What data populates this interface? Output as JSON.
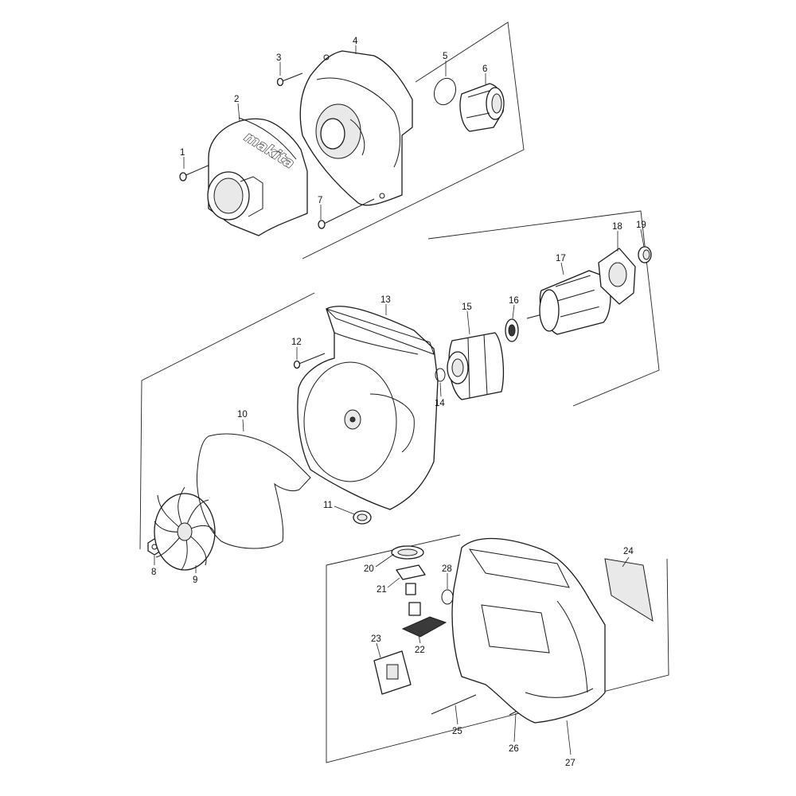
{
  "brand_mark": "makita",
  "callouts": [
    {
      "id": "1",
      "label": "1"
    },
    {
      "id": "2",
      "label": "2"
    },
    {
      "id": "3",
      "label": "3"
    },
    {
      "id": "4",
      "label": "4"
    },
    {
      "id": "5",
      "label": "5"
    },
    {
      "id": "6",
      "label": "6"
    },
    {
      "id": "7",
      "label": "7"
    },
    {
      "id": "8",
      "label": "8"
    },
    {
      "id": "9",
      "label": "9"
    },
    {
      "id": "10",
      "label": "10"
    },
    {
      "id": "11",
      "label": "11"
    },
    {
      "id": "12",
      "label": "12"
    },
    {
      "id": "13",
      "label": "13"
    },
    {
      "id": "14",
      "label": "14"
    },
    {
      "id": "15",
      "label": "15"
    },
    {
      "id": "16",
      "label": "16"
    },
    {
      "id": "17",
      "label": "17"
    },
    {
      "id": "18",
      "label": "18"
    },
    {
      "id": "19",
      "label": "19"
    },
    {
      "id": "20",
      "label": "20"
    },
    {
      "id": "21",
      "label": "21"
    },
    {
      "id": "22",
      "label": "22"
    },
    {
      "id": "23",
      "label": "23"
    },
    {
      "id": "24",
      "label": "24"
    },
    {
      "id": "25",
      "label": "25"
    },
    {
      "id": "26",
      "label": "26"
    },
    {
      "id": "27",
      "label": "27"
    },
    {
      "id": "28",
      "label": "28"
    }
  ]
}
